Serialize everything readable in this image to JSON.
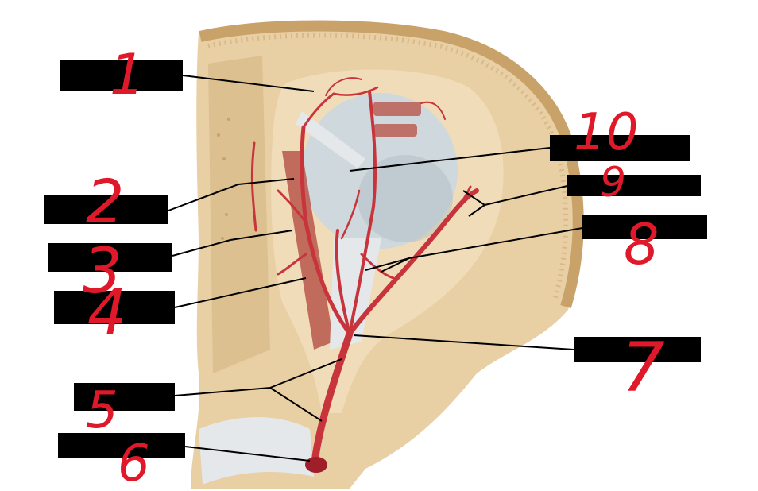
{
  "diagram": {
    "title": "",
    "colors": {
      "bone": "#e8cfa4",
      "bone_dark": "#c9a26a",
      "bone_edge": "#d9b98a",
      "orbit_fat": "#f0dcb8",
      "eyeball": "#cfd8dc",
      "eyeball_shade": "#aebdc4",
      "artery": "#c8343c",
      "artery_dark": "#9e1f2a",
      "muscle": "#b8574c",
      "nerve": "#e5e8ea",
      "label_box": "#000000",
      "leader_line": "#000000",
      "handwriting": "#e0192a"
    },
    "labels": [
      {
        "id": "1",
        "number": "1"
      },
      {
        "id": "2",
        "number": "2"
      },
      {
        "id": "3",
        "number": "3"
      },
      {
        "id": "4",
        "number": "4"
      },
      {
        "id": "5",
        "number": "5"
      },
      {
        "id": "6",
        "number": "6"
      },
      {
        "id": "7",
        "number": "7"
      },
      {
        "id": "8",
        "number": "8"
      },
      {
        "id": "9",
        "number": "9"
      },
      {
        "id": "10",
        "number": "10"
      }
    ]
  }
}
